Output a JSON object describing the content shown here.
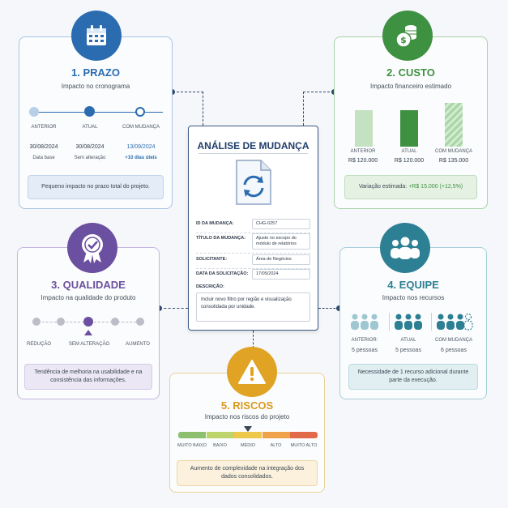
{
  "center": {
    "title": "ANÁLISE DE MUDANÇA",
    "fields": [
      {
        "label": "ID DA MUDANÇA:",
        "value": "CHG-0257"
      },
      {
        "label": "TÍTULO DA MUDANÇA:",
        "value": "Ajuste no escopo do módulo de relatórios"
      },
      {
        "label": "SOLICITANTE:",
        "value": "Área de Negócios"
      },
      {
        "label": "DATA DA SOLICITAÇÃO:",
        "value": "17/05/2024"
      }
    ],
    "description_label": "DESCRIÇÃO:",
    "description": "Incluir novo filtro por região e visualização consolidada por unidade.",
    "icon": "document-sync-icon"
  },
  "prazo": {
    "title": "1. PRAZO",
    "subtitle": "Impacto no cronograma",
    "icon": "calendar-icon",
    "color": "#2b6cb0",
    "points": [
      {
        "label": "ANTERIOR",
        "date": "30/08/2024",
        "caption": "Data base"
      },
      {
        "label": "ATUAL",
        "date": "30/08/2024",
        "caption": "Sem alteração"
      },
      {
        "label": "COM MUDANÇA",
        "date": "13/09/2024",
        "caption": "+10 dias úteis"
      }
    ],
    "note": "Pequeno impacto no prazo total do projeto."
  },
  "custo": {
    "title": "2. CUSTO",
    "subtitle": "Impacto financeiro estimado",
    "icon": "money-coins-icon",
    "color": "#3f9142",
    "bars": [
      {
        "label": "ANTERIOR",
        "value": "R$ 120.000",
        "amount": 120000
      },
      {
        "label": "ATUAL",
        "value": "R$ 120.000",
        "amount": 120000
      },
      {
        "label": "COM MUDANÇA",
        "value": "R$ 135.000",
        "amount": 135000
      }
    ],
    "note_prefix": "Variação estimada: ",
    "note_value": "+R$ 15.000 (+12,5%)"
  },
  "qualidade": {
    "title": "3. QUALIDADE",
    "subtitle": "Impacto na qualidade do produto",
    "icon": "quality-badge-icon",
    "color": "#6b4fa0",
    "scale_left": "REDUÇÃO",
    "scale_mid": "SEM ALTERAÇÃO",
    "scale_right": "AUMENTO",
    "note": "Tendência de melhoria na usabilidade e na consistência das informações."
  },
  "equipe": {
    "title": "4. EQUIPE",
    "subtitle": "Impacto nos recursos",
    "icon": "team-icon",
    "color": "#2d7f94",
    "groups": [
      {
        "label": "ANTERIOR:",
        "count": "5 pessoas"
      },
      {
        "label": "ATUAL",
        "count": "5 pessoas"
      },
      {
        "label": "COM MUDANÇA",
        "count": "6 pessoas"
      }
    ],
    "note": "Necessidade de 1 recurso adicional durante parte da execução."
  },
  "riscos": {
    "title": "5. RISCOS",
    "subtitle": "Impacto nos riscos do projeto",
    "icon": "warning-icon",
    "color": "#d99a1e",
    "levels": [
      "MUITO BAIXO",
      "BAIXO",
      "MÉDIO",
      "ALTO",
      "MUITO ALTO"
    ],
    "level_colors": [
      "#8cc06e",
      "#bcd46a",
      "#eec84a",
      "#f0a24a",
      "#e26a4a"
    ],
    "note": "Aumento de complexidade na integração dos dados consolidados."
  }
}
